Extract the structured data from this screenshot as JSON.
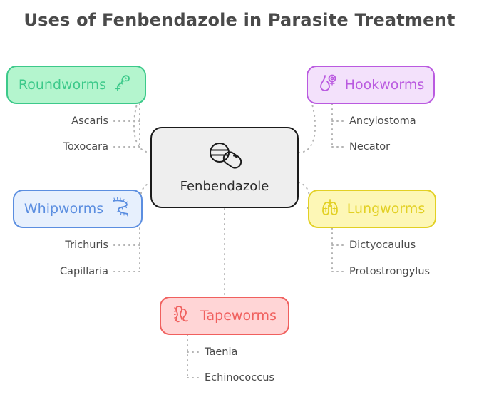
{
  "title": "Uses of Fenbendazole in Parasite Treatment",
  "center": {
    "label": "Fenbendazole",
    "icon": "pills-icon",
    "fill": "#eeeeee",
    "border": "#1a1a1a"
  },
  "branches": [
    {
      "id": "roundworms",
      "label": "Roundworms",
      "icon": "roundworm-icon",
      "icon_side": "right",
      "fill": "#b4f5ce",
      "border": "#3cc98a",
      "text_color": "#3cc98a",
      "leaves": [
        "Ascaris",
        "Toxocara"
      ]
    },
    {
      "id": "hookworms",
      "label": "Hookworms",
      "icon": "hookworm-icon",
      "icon_side": "left",
      "fill": "#f3e1fb",
      "border": "#ba5ae0",
      "text_color": "#ba5ae0",
      "leaves": [
        "Ancylostoma",
        "Necator"
      ]
    },
    {
      "id": "whipworms",
      "label": "Whipworms",
      "icon": "whipworm-icon",
      "icon_side": "right",
      "fill": "#e7f0fd",
      "border": "#5b8ee0",
      "text_color": "#5b8ee0",
      "leaves": [
        "Trichuris",
        "Capillaria"
      ]
    },
    {
      "id": "lungworms",
      "label": "Lungworms",
      "icon": "lungs-icon",
      "icon_side": "left",
      "fill": "#fdf7b6",
      "border": "#e2d024",
      "text_color": "#e2d024",
      "leaves": [
        "Dictyocaulus",
        "Protostrongylus"
      ]
    },
    {
      "id": "tapeworms",
      "label": "Tapeworms",
      "icon": "tapeworm-icon",
      "icon_side": "left",
      "fill": "#ffd5d6",
      "border": "#f0605e",
      "text_color": "#f0605e",
      "leaves": [
        "Taenia",
        "Echinococcus"
      ]
    }
  ],
  "connector": {
    "style": "dotted",
    "color": "#b0b0b0"
  }
}
